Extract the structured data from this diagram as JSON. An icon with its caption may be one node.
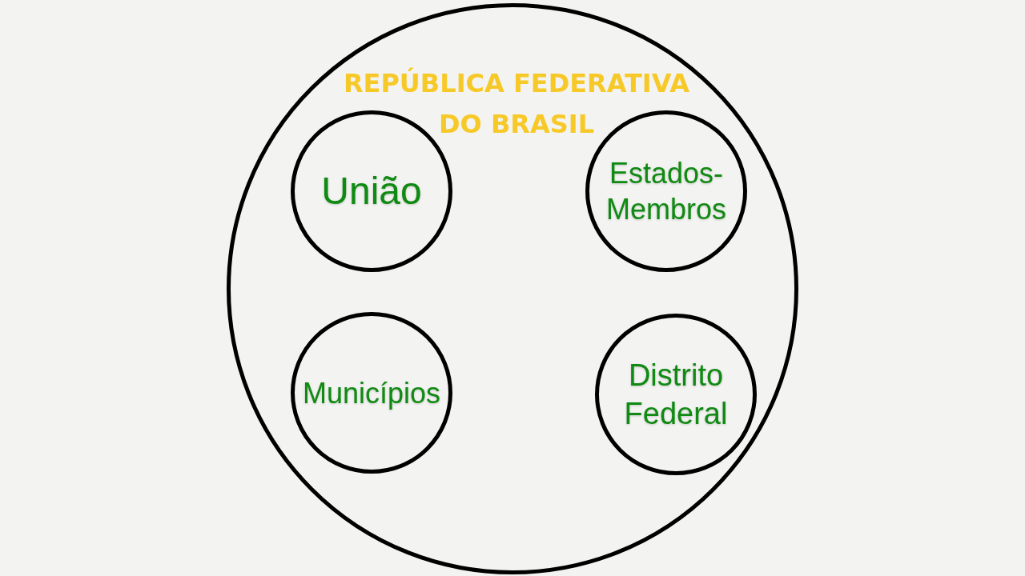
{
  "diagram": {
    "nodes": [
      {
        "text": [
          "REPÚBLICA FEDERATIVA DO BRASIL"
        ]
      },
      {
        "text": [
          "União"
        ],
        "in": 0
      },
      {
        "text": [
          "Estados-Membros"
        ],
        "in": 0
      },
      {
        "text": [
          "Municípios"
        ],
        "in": 0
      },
      {
        "text": [
          "Distrito Federal"
        ],
        "in": 0
      }
    ]
  }
}
